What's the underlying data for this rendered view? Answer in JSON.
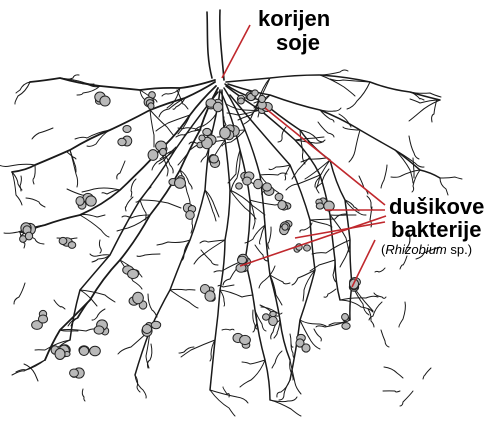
{
  "labels": {
    "root": {
      "line1": "korijen",
      "line2": "soje"
    },
    "bacteria": {
      "line1": "dušikove",
      "line2": "bakterije",
      "species_open": "(",
      "species": "Rhizobium",
      "species_close": " sp.)"
    }
  },
  "colors": {
    "root_stroke": "#1a1a1a",
    "nodule_fill": "#b9b9b9",
    "nodule_stroke": "#222222",
    "pointer": "#c0282d",
    "label_text": "#000000"
  }
}
